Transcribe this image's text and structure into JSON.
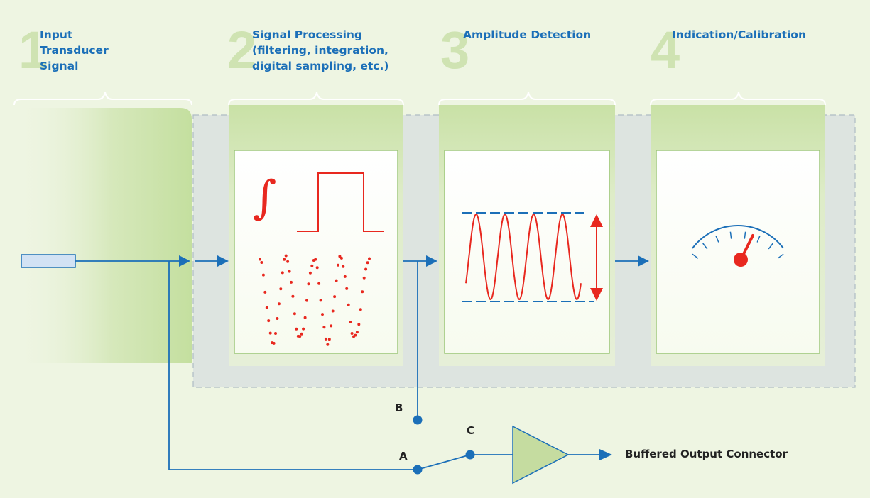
{
  "steps": [
    {
      "number": "1",
      "lines": [
        "Input",
        "Transducer",
        "Signal"
      ]
    },
    {
      "number": "2",
      "lines": [
        "Signal Processing",
        "(filtering, integration,",
        "digital sampling, etc.)"
      ]
    },
    {
      "number": "3",
      "lines": [
        "Amplitude Detection"
      ]
    },
    {
      "number": "4",
      "lines": [
        "Indication/Calibration"
      ]
    }
  ],
  "nodes": {
    "a": "A",
    "b": "B",
    "c": "C"
  },
  "output_label": "Buffered Output Connector",
  "colors": {
    "background": "#eef5e2",
    "panel_green": "#c9e1a6",
    "dashed_region": "#dde4e0",
    "line_blue": "#1b6fb8",
    "signal_red": "#e8281f",
    "amplifier_fill": "#c5dca0"
  }
}
